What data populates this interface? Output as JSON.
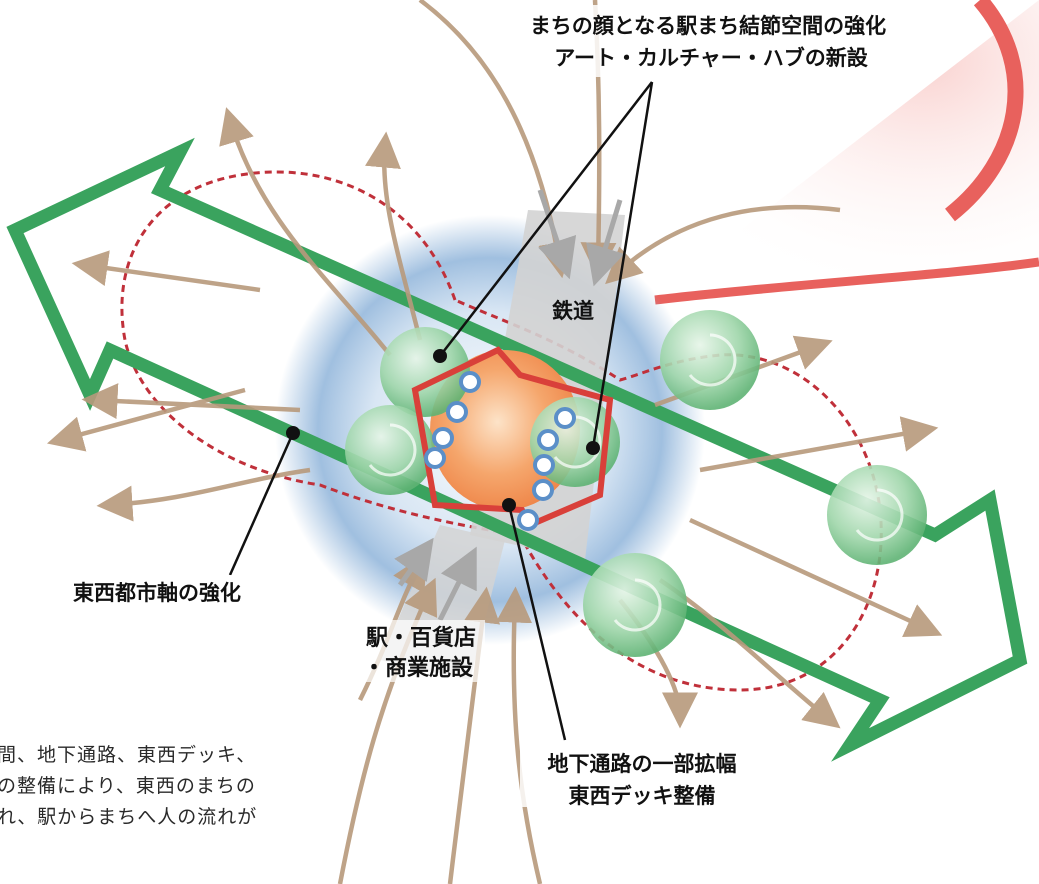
{
  "labels": {
    "top_line1": "まちの顔となる駅まち結節空間の強化",
    "top_line2": "アート・カルチャー・ハブの新設",
    "railway": "鉄道",
    "axis": "東西都市軸の強化",
    "station_line1": "駅・百貨店",
    "station_line2": "・商業施設",
    "underpass_line1": "地下通路の一部拡幅",
    "underpass_line2": "東西デッキ整備"
  },
  "body_text": [
    "間、地下通路、東西デッキ、",
    "の整備により、東西のまちの",
    "れ、駅からまちへ人の流れが"
  ],
  "colors": {
    "axis_green": "#3aa35e",
    "dashed_boundary": "#c0303a",
    "flow_arrows": "#b89a7c",
    "halo_blue": "#8fb4da",
    "core_orange": "#f08a4b",
    "node_green": "#7cc48e",
    "accent_red": "#e8615d",
    "rail_gray": "#c9c9c9"
  }
}
